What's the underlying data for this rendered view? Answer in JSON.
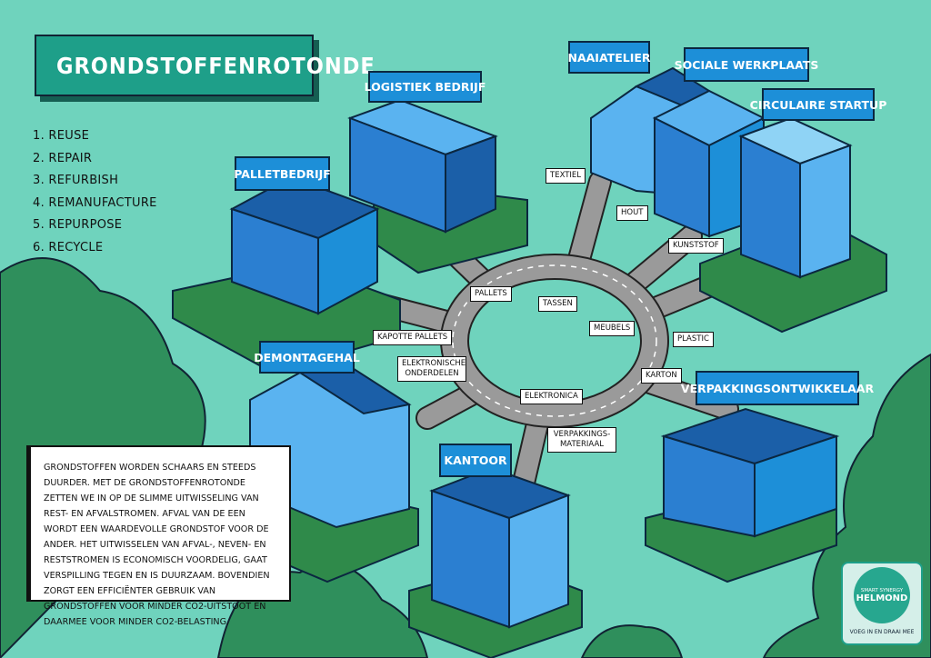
{
  "title": "GRONDSTOFFENROTONDE",
  "r_list": [
    "1. REUSE",
    "2. REPAIR",
    "3. REFURBISH",
    "4. REMANUFACTURE",
    "5. REPURPOSE",
    "6. RECYCLE"
  ],
  "description": "Grondstoffen worden schaars en steeds duurder. Met de Grondstoffenrotonde zetten we in op de slimme uitwisseling van rest- en afvalstromen. Afval van de een wordt een waardevolle grondstof voor de ander. Het uitwisselen van afval-, neven- en reststromen is economisch voordelig, gaat verspilling tegen en is duurzaam. Bovendien zorgt een efficiënter gebruik van grondstoffen voor minder CO2-uitstoot en daarmee voor minder CO2-belasting.",
  "buildings": {
    "logistiek": "Logistiek bedrijf",
    "palletbedrijf": "Palletbedrijf",
    "naaiatelier": "Naaiatelier",
    "sociale": "Sociale werkplaats",
    "startup": "Circulaire startup",
    "demontagehal": "Demontagehal",
    "kantoor": "Kantoor",
    "verpakking": "Verpakkingsontwikkelaar"
  },
  "streams": {
    "textiel": "Textiel",
    "hout": "Hout",
    "kunststof": "Kunststof",
    "pallets": "Pallets",
    "tassen": "Tassen",
    "meubels": "Meubels",
    "plastic": "Plastic",
    "kapotte_pallets": "Kapotte pallets",
    "elektronische_onderdelen": "Elektronische onderdelen",
    "elektronica": "Elektronica",
    "karton": "Karton",
    "verpakkingsmateriaal": "Verpakkings-materiaal"
  },
  "logo": {
    "line1": "SMART SYNERGY",
    "line2": "HELMOND",
    "tagline": "VOEG IN EN DRAAI MEE"
  },
  "colors": {
    "background": "#6fd3bd",
    "label_blue": "#1d8fd8",
    "title_green": "#1e9f89"
  }
}
